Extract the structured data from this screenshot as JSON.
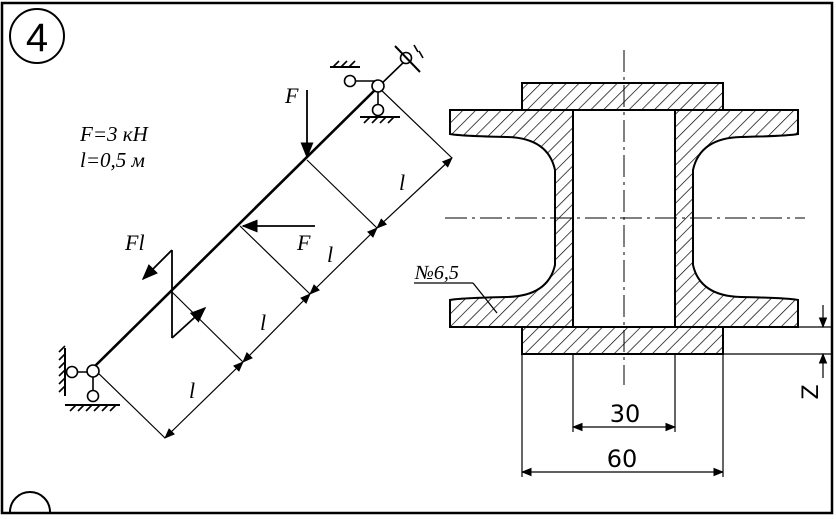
{
  "problem_number": "4",
  "given": {
    "force": "F=3 кН",
    "length": "l=0,5 м"
  },
  "labels": {
    "force_top": "F",
    "force_mid": "F",
    "moment": "Fl",
    "segment_1": "l",
    "segment_2": "l",
    "segment_3": "l",
    "segment_4": "l",
    "profile": "№6,5",
    "dim_inner": "30",
    "dim_outer": "60",
    "dim_z": "Z"
  },
  "colors": {
    "line": "#000000",
    "background": "#ffffff"
  }
}
